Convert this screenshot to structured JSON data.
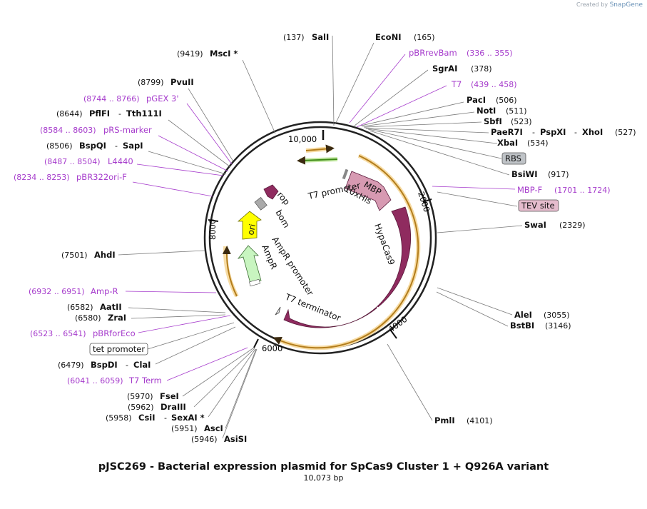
{
  "credit": {
    "prefix": "Created by",
    "brand": "SnapGene"
  },
  "title": "pJSC269 - Bacterial expression plasmid for SpCas9 Cluster 1 + Q926A variant",
  "subtitle": "10,073 bp",
  "ruler": {
    "r10000": "10,000",
    "r2000": "2000",
    "r4000": "4000",
    "r6000": "6000",
    "r8000": "8000"
  },
  "features": {
    "mbp": "MBP",
    "his": "10xHis",
    "t7prom": "T7 promoter",
    "hypacas9": "HypaCas9",
    "t7term": "T7 terminator",
    "ampr": "AmpR",
    "amprprom": "AmpR promoter",
    "ori": "ori",
    "bom": "bom",
    "rop": "rop"
  },
  "colors": {
    "cas9": "#8f2b5f",
    "mbp": "#d79ab2",
    "ori": "#ffff00",
    "ampr": "#c8f5c0",
    "rop": "#8f2b5f",
    "primer": "#a63ccc",
    "orf": "#f0b24a",
    "green": "#6dbb3a"
  },
  "labels": {
    "sali": {
      "pos": "(137)",
      "name": "SalI"
    },
    "econi": {
      "pos": "(165)",
      "name": "EcoNI"
    },
    "pbrrevbam": {
      "name": "pBRrevBam",
      "pos": "(336 .. 355)"
    },
    "sgrai": {
      "name": "SgrAI",
      "pos": "(378)"
    },
    "t7": {
      "name": "T7",
      "pos": "(439 .. 458)"
    },
    "paci": {
      "name": "PacI",
      "pos": "(506)"
    },
    "noti": {
      "name": "NotI",
      "pos": "(511)"
    },
    "sbfi": {
      "name": "SbfI",
      "pos": "(523)"
    },
    "paer7i": {
      "name": "PaeR7I",
      "sep1": "-",
      "name2": "PspXI",
      "sep2": "-",
      "name3": "XhoI",
      "pos": "(527)"
    },
    "xbai": {
      "name": "XbaI",
      "pos": "(534)"
    },
    "rbs": {
      "name": "RBS"
    },
    "bsiwi": {
      "name": "BsiWI",
      "pos": "(917)"
    },
    "mbpf": {
      "name": "MBP-F",
      "pos": "(1701 .. 1724)"
    },
    "tevsite": {
      "name": "TEV site"
    },
    "swai": {
      "name": "SwaI",
      "pos": "(2329)"
    },
    "alei": {
      "name": "AleI",
      "pos": "(3055)"
    },
    "bstbi": {
      "name": "BstBI",
      "pos": "(3146)"
    },
    "pmli": {
      "name": "PmlI",
      "pos": "(4101)"
    },
    "msci": {
      "pos": "(9419)",
      "name": "MscI *"
    },
    "pvuii": {
      "pos": "(8799)",
      "name": "PvuII"
    },
    "pgex3": {
      "pos": "(8744 .. 8766)",
      "name": "pGEX 3'"
    },
    "pflfi": {
      "pos": "(8644)",
      "name": "PflFI",
      "sep": "-",
      "name2": "Tth111I"
    },
    "prsmarker": {
      "pos": "(8584 .. 8603)",
      "name": "pRS-marker"
    },
    "bspqi": {
      "pos": "(8506)",
      "name": "BspQI",
      "sep": "-",
      "name2": "SapI"
    },
    "l4440": {
      "pos": "(8487 .. 8504)",
      "name": "L4440"
    },
    "pbr322ori": {
      "pos": "(8234 .. 8253)",
      "name": "pBR322ori-F"
    },
    "ahdi": {
      "pos": "(7501)",
      "name": "AhdI"
    },
    "ampr_primer": {
      "pos": "(6932 .. 6951)",
      "name": "Amp-R"
    },
    "aatii": {
      "pos": "(6582)",
      "name": "AatII"
    },
    "zrai": {
      "pos": "(6580)",
      "name": "ZraI"
    },
    "pbrforeco": {
      "pos": "(6523 .. 6541)",
      "name": "pBRforEco"
    },
    "tetprom": {
      "name": "tet promoter"
    },
    "bspdi": {
      "pos": "(6479)",
      "name": "BspDI",
      "sep": "-",
      "name2": "ClaI"
    },
    "t7term_primer": {
      "pos": "(6041 .. 6059)",
      "name": "T7 Term"
    },
    "fsei": {
      "pos": "(5970)",
      "name": "FseI"
    },
    "draiii": {
      "pos": "(5962)",
      "name": "DraIII"
    },
    "csii": {
      "pos": "(5958)",
      "name": "CsiI",
      "sep": "-",
      "name2": "SexAI *"
    },
    "asci": {
      "pos": "(5951)",
      "name": "AscI"
    },
    "asisi": {
      "pos": "(5946)",
      "name": "AsiSI"
    }
  }
}
